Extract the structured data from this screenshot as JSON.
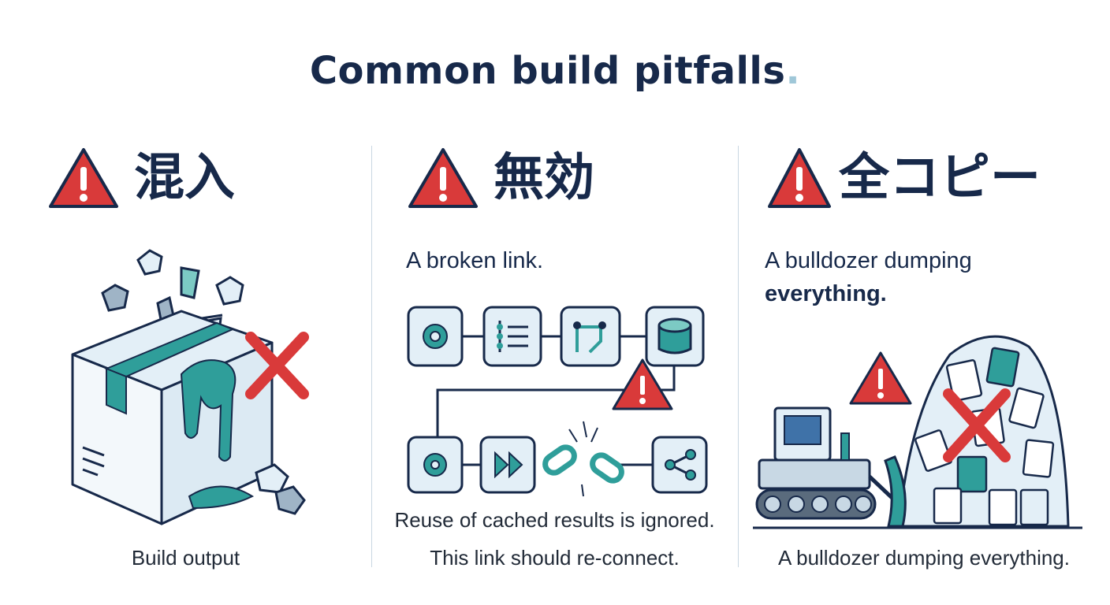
{
  "title": "Common build pitfalls",
  "title_dot": ".",
  "colors": {
    "navy": "#17294a",
    "warning_red": "#d93a3a",
    "teal": "#2f9e9a",
    "light_blue": "#e3eff7"
  },
  "panels": [
    {
      "heading": "混入",
      "heading_icon": "warning-triangle-icon",
      "illustration": "overflowing-box-with-trash",
      "caption": "Build output"
    },
    {
      "heading": "無効",
      "heading_icon": "warning-triangle-icon",
      "subtitle": "A broken link.",
      "illustration": "pipeline-with-broken-chain",
      "node_icons_row1": [
        "gear-icon",
        "list-icon",
        "branch-icon",
        "database-icon"
      ],
      "node_icons_row2": [
        "gear-icon",
        "fast-forward-icon",
        "share-icon"
      ],
      "caption_line1": "Reuse of cached results is ignored.",
      "caption_line2": "This link should re-connect."
    },
    {
      "heading": "全コピー",
      "heading_icon": "warning-triangle-icon",
      "subtitle_line1": "A bulldozer dumping",
      "subtitle_line2": "everything.",
      "illustration": "bulldozer-pushing-files",
      "caption": "A bulldozer dumping everything."
    }
  ]
}
